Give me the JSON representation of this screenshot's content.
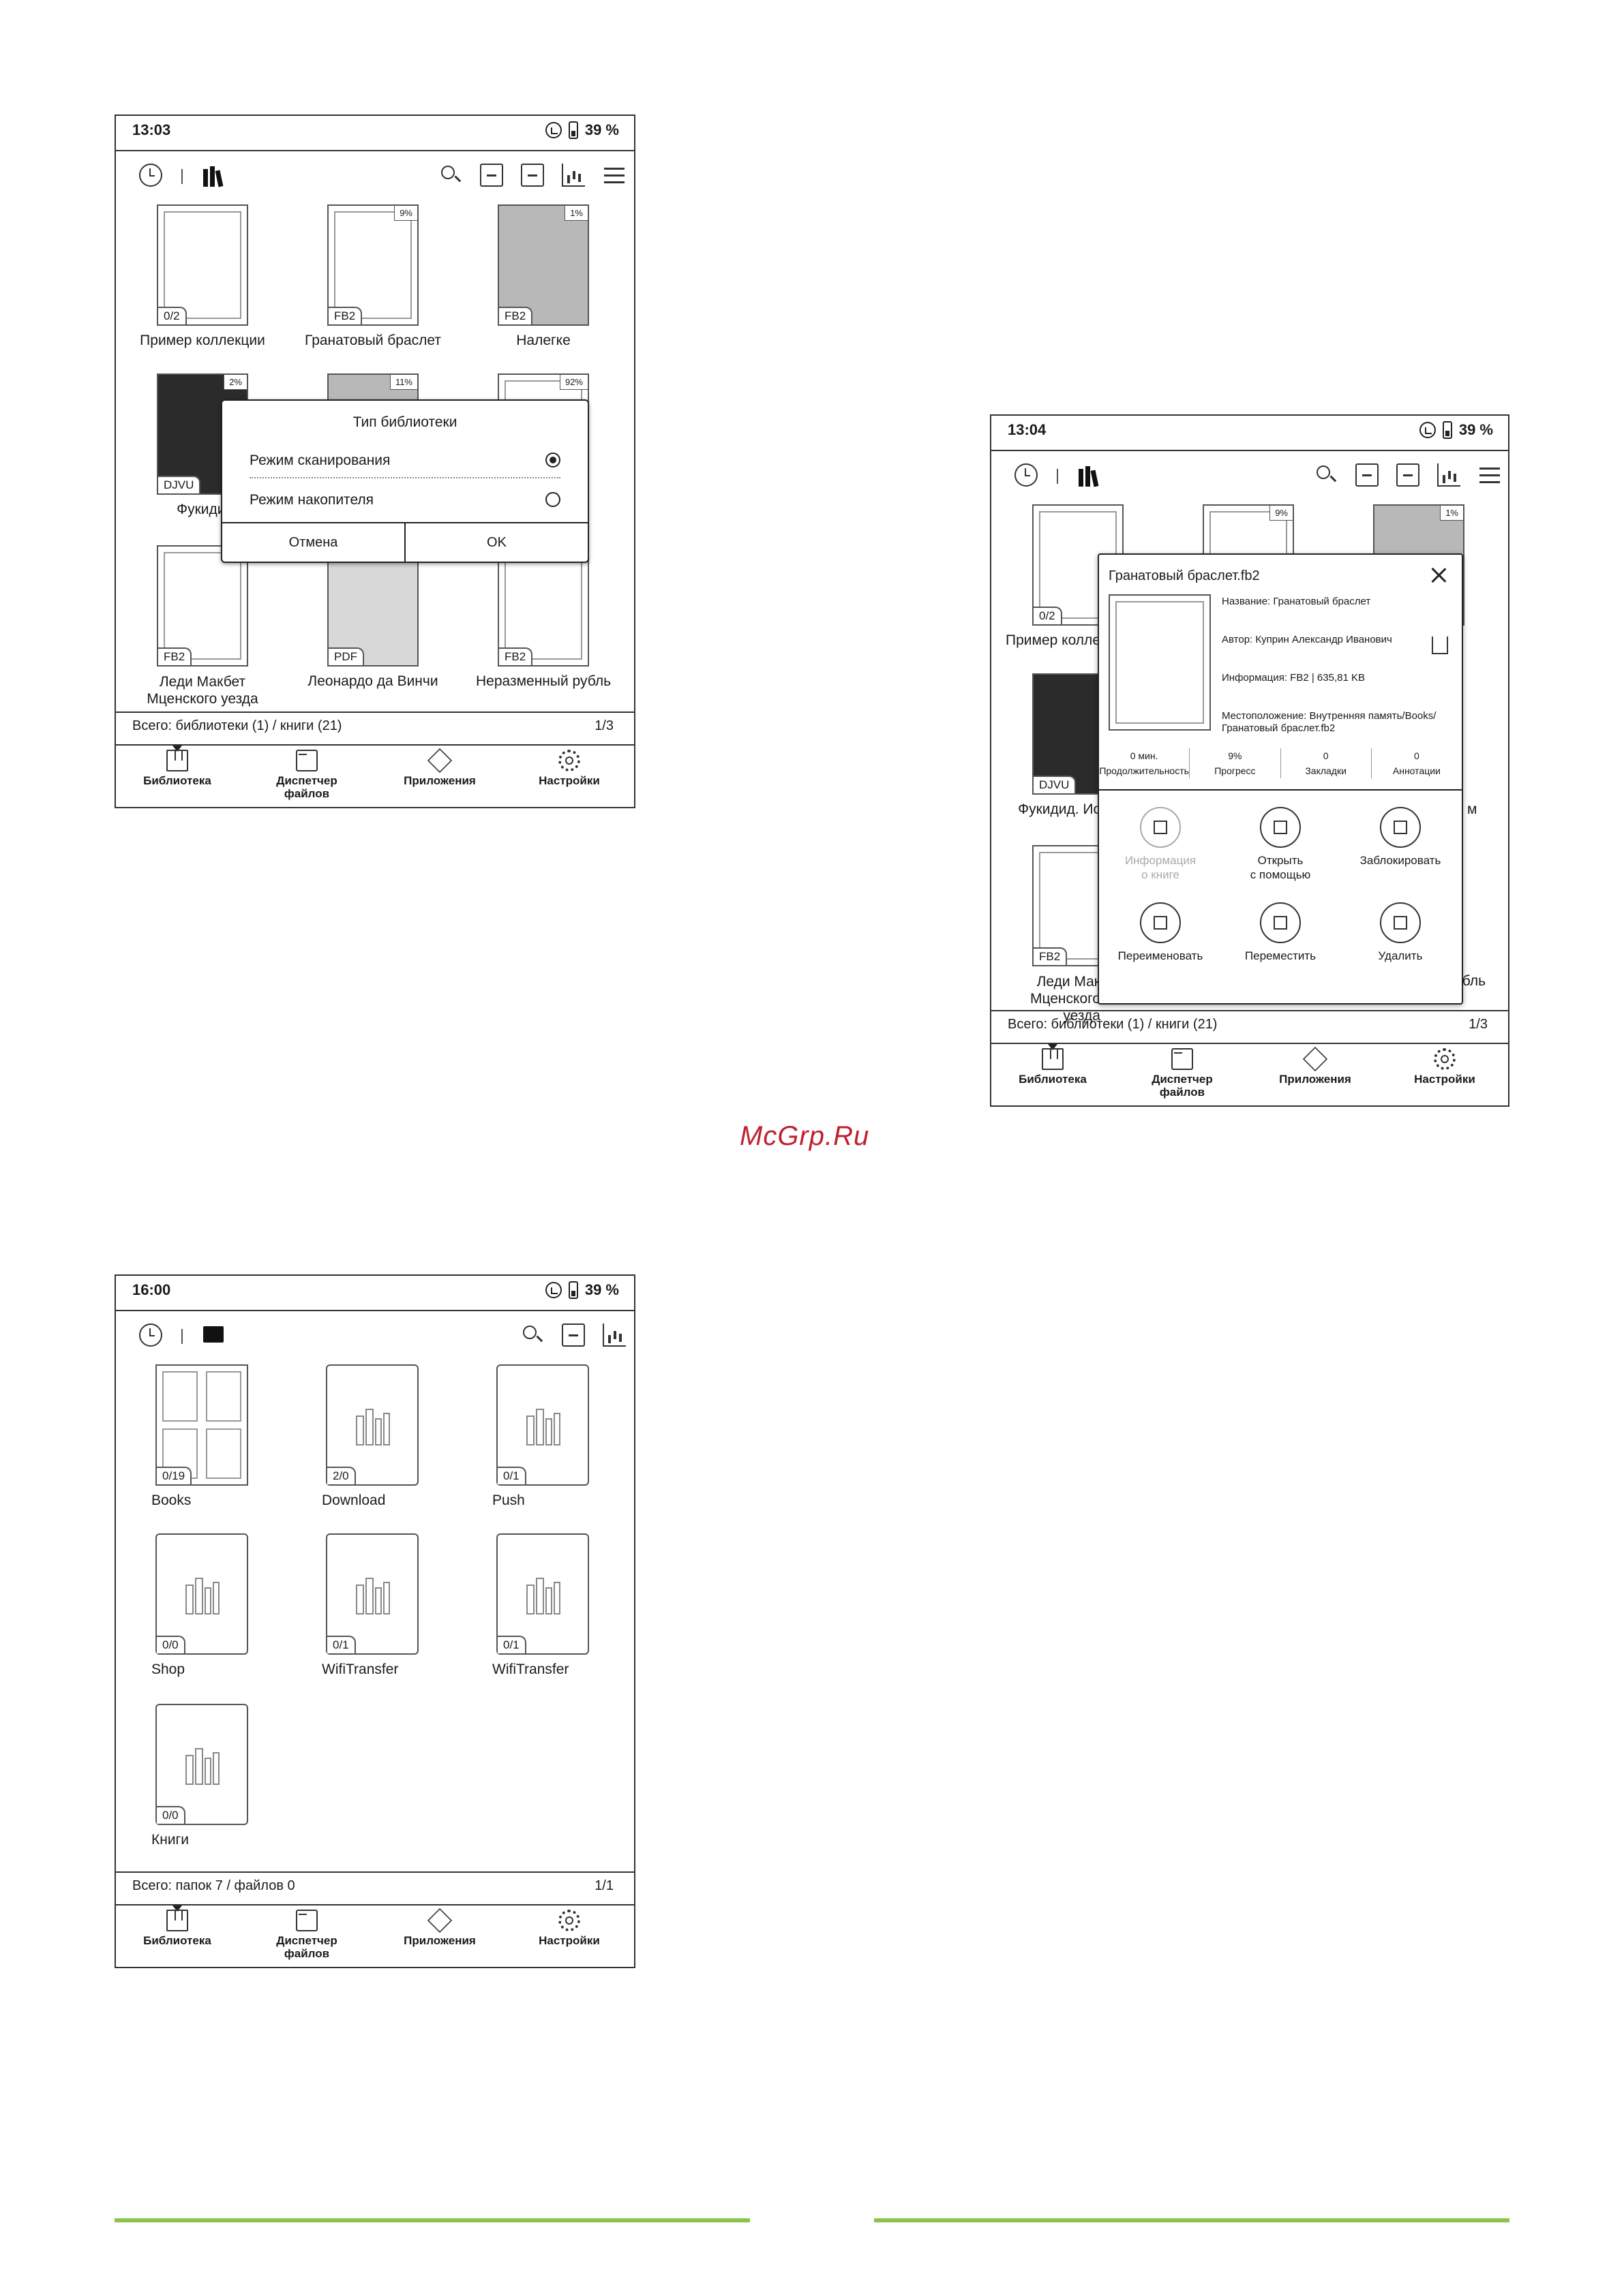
{
  "watermark": "McGrp.Ru",
  "screen1": {
    "status": {
      "time": "13:03",
      "battery": "39 %"
    },
    "items": [
      {
        "title": "Пример коллекции",
        "badge": "0/2",
        "corner": ""
      },
      {
        "title": "Гранатовый браслет",
        "badge": "FB2",
        "corner": "9%"
      },
      {
        "title": "Налегке",
        "badge": "FB2",
        "corner": "1%"
      },
      {
        "title": "Фукидид. Ис",
        "badge": "DJVU",
        "corner": "2%"
      },
      {
        "title": "",
        "badge": "",
        "corner": "11%"
      },
      {
        "title": "м",
        "badge": "",
        "corner": "92%"
      },
      {
        "title": "Леди Макбет\nМценского уезда",
        "badge": "FB2",
        "corner": ""
      },
      {
        "title": "Леонардо да Винчи",
        "badge": "PDF",
        "corner": ""
      },
      {
        "title": "Неразменный рубль",
        "badge": "FB2",
        "corner": ""
      }
    ],
    "dialog": {
      "title": "Тип библиотеки",
      "option1": "Режим сканирования",
      "option2": "Режим накопителя",
      "cancel": "Отмена",
      "ok": "OK"
    },
    "summary": "Всего: библиотеки (1) / книги (21)",
    "pager": "1/3"
  },
  "screen2": {
    "status": {
      "time": "13:04",
      "battery": "39 %"
    },
    "items": [
      {
        "title": "Пример колле",
        "badge": "0/2",
        "corner": ""
      },
      {
        "title": "",
        "badge": "",
        "corner": "9%"
      },
      {
        "title": "",
        "badge": "",
        "corner": "1%"
      },
      {
        "title": "Фукидид. Ис",
        "badge": "DJVU",
        "corner": ""
      },
      {
        "title": "м",
        "badge": "",
        "corner": ""
      },
      {
        "title": "Леди Мак\nМценского уезда",
        "badge": "FB2",
        "corner": ""
      },
      {
        "title": "убль",
        "badge": "",
        "corner": ""
      }
    ],
    "panel": {
      "file_title": "Гранатовый браслет.fb2",
      "name": "Название: Гранатовый браслет",
      "author": "Автор: Куприн Александр Иванович",
      "info": "Информация: FB2 | 635,81 KB",
      "location": "Местоположение: Внутренняя память/Books/",
      "location2": "Гранатовый браслет.fb2",
      "stats": [
        {
          "value": "0 мин.",
          "label": "Продолжительность"
        },
        {
          "value": "9%",
          "label": "Прогресс"
        },
        {
          "value": "0",
          "label": "Закладки"
        },
        {
          "value": "0",
          "label": "Аннотации"
        }
      ],
      "actions": [
        {
          "label": "Информация\nо книге",
          "icon": "book-info-icon",
          "disabled": true
        },
        {
          "label": "Открыть\nс помощью",
          "icon": "open-with-icon",
          "disabled": false
        },
        {
          "label": "Заблокировать",
          "icon": "lock-icon",
          "disabled": false
        },
        {
          "label": "Переименовать",
          "icon": "pencil-icon",
          "disabled": false
        },
        {
          "label": "Переместить",
          "icon": "move-icon",
          "disabled": false
        },
        {
          "label": "Удалить",
          "icon": "trash-icon",
          "disabled": false
        }
      ]
    },
    "summary": "Всего: библиотеки (1) / книги (21)",
    "pager": "1/3"
  },
  "screen3": {
    "status": {
      "time": "16:00",
      "battery": "39 %"
    },
    "items": [
      {
        "title": "Books",
        "badge": "0/19"
      },
      {
        "title": "Download",
        "badge": "2/0"
      },
      {
        "title": "Push",
        "badge": "0/1"
      },
      {
        "title": "Shop",
        "badge": "0/0"
      },
      {
        "title": "WifiTransfer",
        "badge": "0/1"
      },
      {
        "title": "WifiTransfer",
        "badge": "0/1"
      },
      {
        "title": "Книги",
        "badge": "0/0"
      }
    ],
    "summary": "Всего: папок 7 / файлов 0",
    "pager": "1/1"
  },
  "nav": {
    "library": "Библиотека",
    "files": "Диспетчер\nфайлов",
    "apps": "Приложения",
    "settings": "Настройки"
  }
}
